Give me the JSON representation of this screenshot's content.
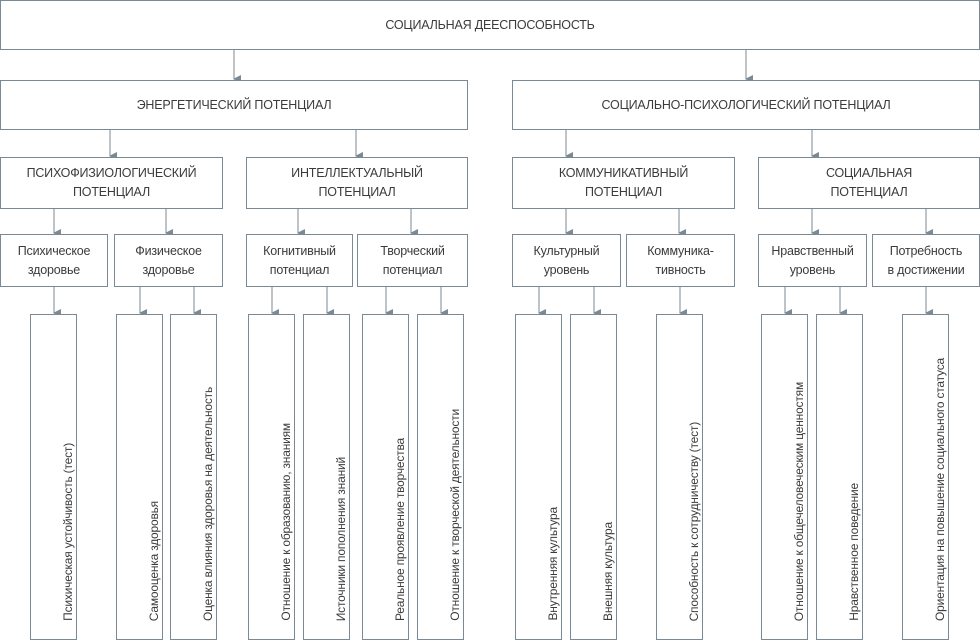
{
  "root": {
    "label": "СОЦИАЛЬНАЯ ДЕЕСПОСОБНОСТЬ"
  },
  "level1": [
    {
      "label": "ЭНЕРГЕТИЧЕСКИЙ ПОТЕНЦИАЛ"
    },
    {
      "label": "СОЦИАЛЬНО-ПСИХОЛОГИЧЕСКИЙ ПОТЕНЦИАЛ"
    }
  ],
  "level2": [
    {
      "label": "ПСИХОФИЗИОЛОГИЧЕСКИЙ\nПОТЕНЦИАЛ"
    },
    {
      "label": "ИНТЕЛЛЕКТУАЛЬНЫЙ\nПОТЕНЦИАЛ"
    },
    {
      "label": "КОММУНИКАТИВНЫЙ\nПОТЕНЦИАЛ"
    },
    {
      "label": "СОЦИАЛЬНАЯ\nПОТЕНЦИАЛ"
    }
  ],
  "level3": [
    {
      "label": "Психическое\nздоровье"
    },
    {
      "label": "Физическое\nздоровье"
    },
    {
      "label": "Когнитивный\nпотенциал"
    },
    {
      "label": "Творческий\nпотенциал"
    },
    {
      "label": "Культурный\nуровень"
    },
    {
      "label": "Коммуника-\nтивность"
    },
    {
      "label": "Нравственный\nуровень"
    },
    {
      "label": "Потребность\nв достижении"
    }
  ],
  "level4": [
    {
      "label": "Психическая устойчивость (тест)"
    },
    {
      "label": "Самооценка здоровья"
    },
    {
      "label": "Оценка влияния здоровья на деятельность"
    },
    {
      "label": "Отношение к образованию, знаниям"
    },
    {
      "label": "Источники пополнения знаний"
    },
    {
      "label": "Реальное проявление творчества"
    },
    {
      "label": "Отношение к творческой деятельности"
    },
    {
      "label": "Внутренняя культура"
    },
    {
      "label": "Внешняя культура"
    },
    {
      "label": "Способность к сотрудничеству (тест)"
    },
    {
      "label": "Отношение к общечеловеческим ценностям"
    },
    {
      "label": "Нравственное поведение"
    },
    {
      "label": "Ориентация на повышение социального статуса"
    }
  ],
  "colors": {
    "border": "#7a8a95",
    "text": "#3b3b3b"
  }
}
